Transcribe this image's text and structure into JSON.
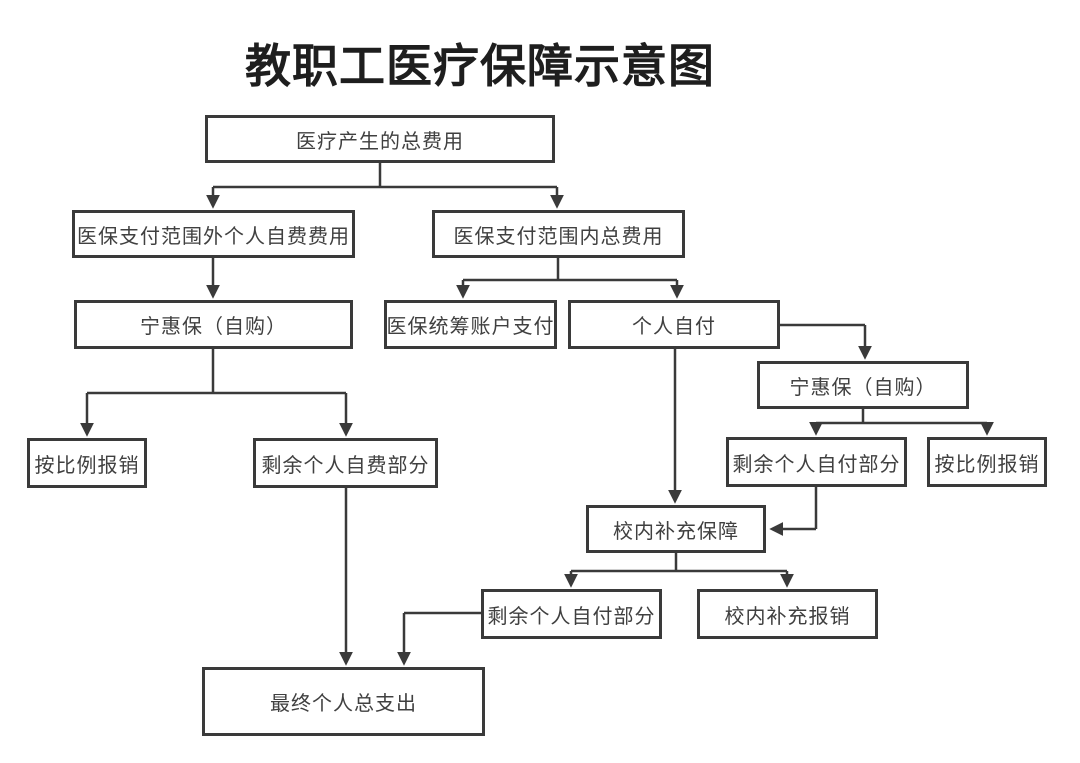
{
  "diagram": {
    "title": "教职工医疗保障示意图",
    "type": "flowchart",
    "colors": {
      "line": "#3a3a3a",
      "node_border": "#3a3a3a",
      "node_text": "#404040",
      "title_text": "#1e1e1e",
      "background": "#ffffff"
    },
    "nodes": {
      "medical_total_cost": {
        "label": "医疗产生的总费用"
      },
      "outside_scope_self_fee": {
        "label": "医保支付范围外个人自费费用"
      },
      "inside_scope_total": {
        "label": "医保支付范围内总费用"
      },
      "ninghuibao_left": {
        "label": "宁惠保（自购）"
      },
      "pooled_account_pay": {
        "label": "医保统筹账户支付"
      },
      "personal_self_pay": {
        "label": "个人自付"
      },
      "ninghuibao_right": {
        "label": "宁惠保（自购）"
      },
      "proportional_reimburse_left": {
        "label": "按比例报销"
      },
      "remaining_self_fee": {
        "label": "剩余个人自费部分"
      },
      "remaining_self_pay_right": {
        "label": "剩余个人自付部分"
      },
      "proportional_reimburse_right": {
        "label": "按比例报销"
      },
      "campus_supplement": {
        "label": "校内补充保障"
      },
      "remaining_self_pay_bottom": {
        "label": "剩余个人自付部分"
      },
      "campus_reimburse": {
        "label": "校内补充报销"
      },
      "final_total_expense": {
        "label": "最终个人总支出"
      }
    },
    "edges": [
      {
        "from": "medical_total_cost",
        "to": "outside_scope_self_fee"
      },
      {
        "from": "medical_total_cost",
        "to": "inside_scope_total"
      },
      {
        "from": "outside_scope_self_fee",
        "to": "ninghuibao_left"
      },
      {
        "from": "ninghuibao_left",
        "to": "proportional_reimburse_left"
      },
      {
        "from": "ninghuibao_left",
        "to": "remaining_self_fee"
      },
      {
        "from": "inside_scope_total",
        "to": "pooled_account_pay"
      },
      {
        "from": "inside_scope_total",
        "to": "personal_self_pay"
      },
      {
        "from": "personal_self_pay",
        "to": "ninghuibao_right"
      },
      {
        "from": "personal_self_pay",
        "to": "campus_supplement"
      },
      {
        "from": "ninghuibao_right",
        "to": "remaining_self_pay_right"
      },
      {
        "from": "ninghuibao_right",
        "to": "proportional_reimburse_right"
      },
      {
        "from": "remaining_self_pay_right",
        "to": "campus_supplement"
      },
      {
        "from": "campus_supplement",
        "to": "remaining_self_pay_bottom"
      },
      {
        "from": "campus_supplement",
        "to": "campus_reimburse"
      },
      {
        "from": "remaining_self_fee",
        "to": "final_total_expense"
      },
      {
        "from": "remaining_self_pay_bottom",
        "to": "final_total_expense"
      }
    ]
  }
}
